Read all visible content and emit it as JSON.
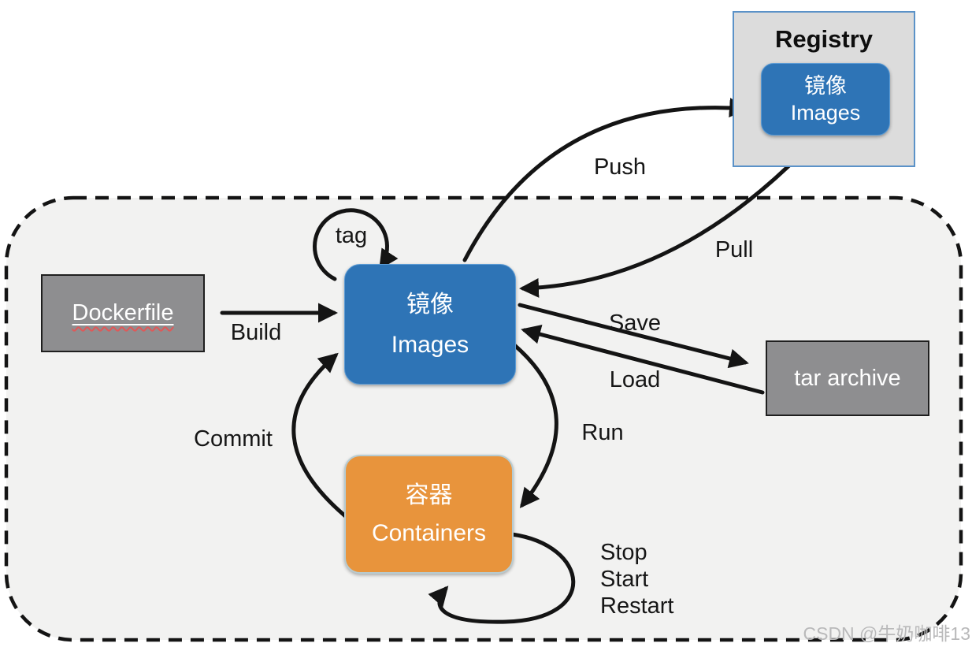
{
  "diagram": {
    "registry": {
      "title": "Registry",
      "images": {
        "zh": "镜像",
        "en": "Images"
      }
    },
    "nodes": {
      "dockerfile": {
        "label": "Dockerfile"
      },
      "images": {
        "zh": "镜像",
        "en": "Images"
      },
      "containers": {
        "zh": "容器",
        "en": "Containers"
      },
      "tar_archive": {
        "label": "tar archive"
      }
    },
    "edges": {
      "tag": "tag",
      "build": "Build",
      "push": "Push",
      "pull": "Pull",
      "save": "Save",
      "load": "Load",
      "run": "Run",
      "commit": "Commit",
      "stop": "Stop",
      "start": "Start",
      "restart": "Restart"
    },
    "watermark": "CSDN @牛奶咖啡13"
  },
  "colors": {
    "blue": "#2e74b6",
    "blueBorder": "#5b9bd5",
    "orange": "#e8943c",
    "orangeBorder": "#b7ccd2",
    "gray": "#8e8e90",
    "grayBorder": "#1f1f1f",
    "registry": "#dcdcdc",
    "registryBorder": "#5b92c8",
    "canvas": "#f2f2f1",
    "arrow": "#141414",
    "text": "#161616",
    "watermark": "#b9b9ba",
    "squiggle": "#e05858"
  }
}
